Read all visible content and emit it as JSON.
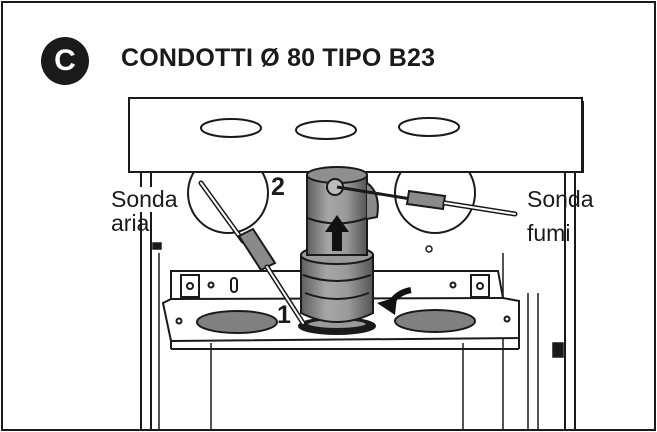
{
  "header": {
    "badge_letter": "C",
    "title": "CONDOTTI Ø 80 TIPO B23"
  },
  "labels": {
    "left_line1": "Sonda",
    "left_line2": "aria",
    "right_line1": "Sonda",
    "right_line2": "fumi"
  },
  "numbers": {
    "step_one": "1",
    "step_two": "2"
  },
  "colors": {
    "outline": "#1a1a1a",
    "pipe_fill": "#8f8f8f",
    "hole_fill": "#808080",
    "background": "#ffffff"
  }
}
